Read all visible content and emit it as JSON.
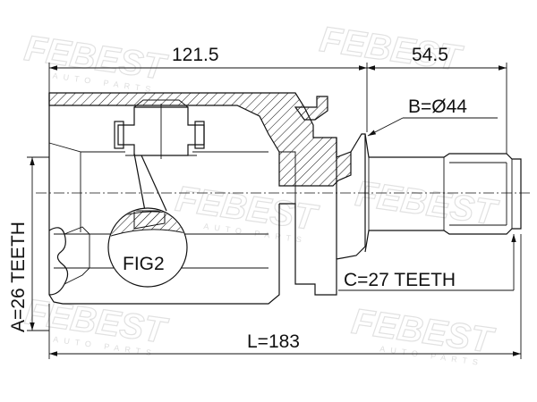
{
  "watermark": {
    "brand": "FEBEST",
    "sub": "AUTO PARTS"
  },
  "dimensions": {
    "housing_length": "121.5",
    "shaft_length": "54.5",
    "diameter": "B=Ø44",
    "outer_teeth": "A=26 TEETH",
    "inner_teeth": "C=27 TEETH",
    "overall_length": "L=183"
  },
  "figure_label": "FIG2"
}
